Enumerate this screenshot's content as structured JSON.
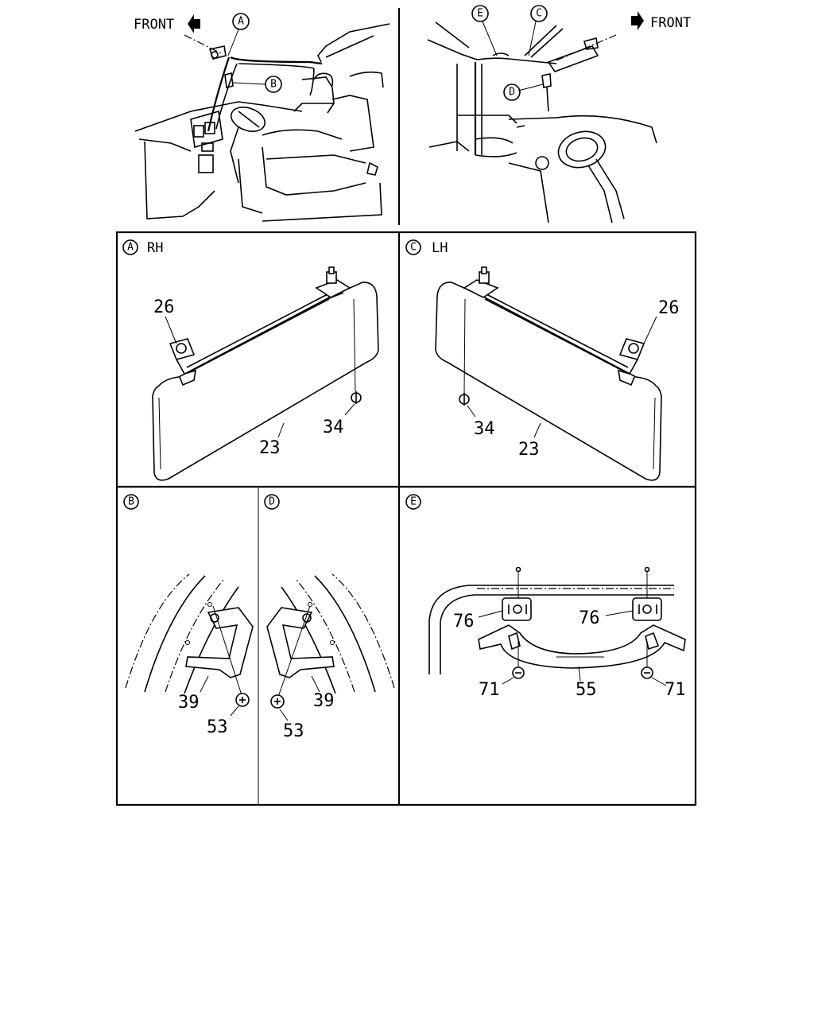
{
  "overview": {
    "left_front_label": "FRONT",
    "right_front_label": "FRONT",
    "callouts_left": [
      "A",
      "B"
    ],
    "callouts_right": [
      "E",
      "C",
      "D"
    ]
  },
  "panels": {
    "A": {
      "letter": "A",
      "side": "RH",
      "parts": {
        "clip": "26",
        "screw": "34",
        "visor": "23"
      }
    },
    "C": {
      "letter": "C",
      "side": "LH",
      "parts": {
        "clip": "26",
        "screw": "34",
        "visor": "23"
      }
    },
    "B": {
      "letter": "B",
      "parts": {
        "bracket": "39",
        "screw": "53"
      }
    },
    "D": {
      "letter": "D",
      "parts": {
        "bracket": "39",
        "screw": "53"
      }
    },
    "E": {
      "letter": "E",
      "parts": {
        "cover_left": "76",
        "cover_right": "76",
        "screw_left": "71",
        "screw_right": "71",
        "grip": "55"
      }
    }
  }
}
